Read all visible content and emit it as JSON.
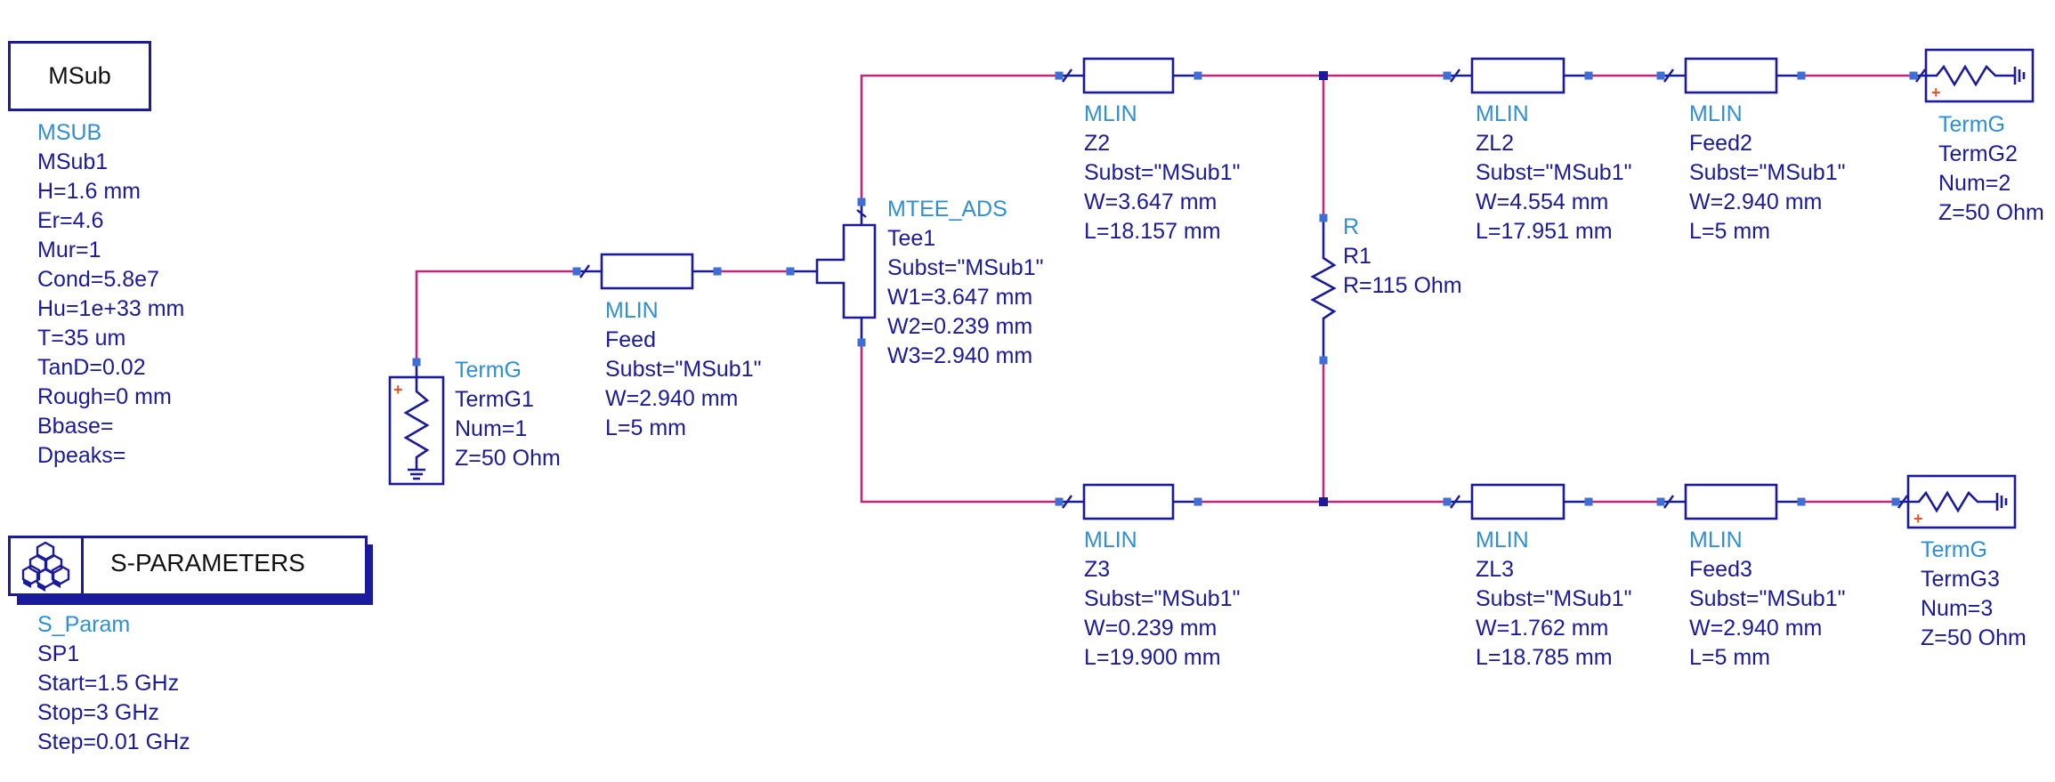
{
  "colors": {
    "wire": "#c2257a",
    "component": "#1a1a9c",
    "pin": "#3f6fd4",
    "type_text": "#2f8fd6",
    "param_text": "#1a1a9c",
    "plus_marker": "#e8541e"
  },
  "msub": {
    "box_label": "MSub",
    "type": "MSUB",
    "name": "MSub1",
    "params": [
      "H=1.6 mm",
      "Er=4.6",
      "Mur=1",
      "Cond=5.8e7",
      "Hu=1e+33 mm",
      "T=35 um",
      "TanD=0.02",
      "Rough=0 mm",
      "Bbase=",
      "Dpeaks="
    ]
  },
  "sparam": {
    "box_label": "S-PARAMETERS",
    "icon": "sparam-controller-icon",
    "type": "S_Param",
    "name": "SP1",
    "params": [
      "Start=1.5 GHz",
      "Stop=3 GHz",
      "Step=0.01 GHz"
    ]
  },
  "termg1": {
    "type": "TermG",
    "name": "TermG1",
    "params": [
      "Num=1",
      "Z=50 Ohm"
    ]
  },
  "feed": {
    "type": "MLIN",
    "name": "Feed",
    "params": [
      "Subst=\"MSub1\"",
      "W=2.940 mm",
      "L=5 mm"
    ]
  },
  "tee1": {
    "type": "MTEE_ADS",
    "name": "Tee1",
    "params": [
      "Subst=\"MSub1\"",
      "W1=3.647 mm",
      "W2=0.239 mm",
      "W3=2.940 mm"
    ]
  },
  "z2": {
    "type": "MLIN",
    "name": "Z2",
    "params": [
      "Subst=\"MSub1\"",
      "W=3.647 mm",
      "L=18.157 mm"
    ]
  },
  "z3": {
    "type": "MLIN",
    "name": "Z3",
    "params": [
      "Subst=\"MSub1\"",
      "W=0.239 mm",
      "L=19.900 mm"
    ]
  },
  "r1": {
    "type": "R",
    "name": "R1",
    "params": [
      "R=115 Ohm"
    ]
  },
  "zl2": {
    "type": "MLIN",
    "name": "ZL2",
    "params": [
      "Subst=\"MSub1\"",
      "W=4.554 mm",
      "L=17.951 mm"
    ]
  },
  "zl3": {
    "type": "MLIN",
    "name": "ZL3",
    "params": [
      "Subst=\"MSub1\"",
      "W=1.762 mm",
      "L=18.785 mm"
    ]
  },
  "feed2": {
    "type": "MLIN",
    "name": "Feed2",
    "params": [
      "Subst=\"MSub1\"",
      "W=2.940 mm",
      "L=5 mm"
    ]
  },
  "feed3": {
    "type": "MLIN",
    "name": "Feed3",
    "params": [
      "Subst=\"MSub1\"",
      "W=2.940 mm",
      "L=5 mm"
    ]
  },
  "termg2": {
    "type": "TermG",
    "name": "TermG2",
    "params": [
      "Num=2",
      "Z=50 Ohm"
    ]
  },
  "termg3": {
    "type": "TermG",
    "name": "TermG3",
    "params": [
      "Num=3",
      "Z=50 Ohm"
    ]
  }
}
